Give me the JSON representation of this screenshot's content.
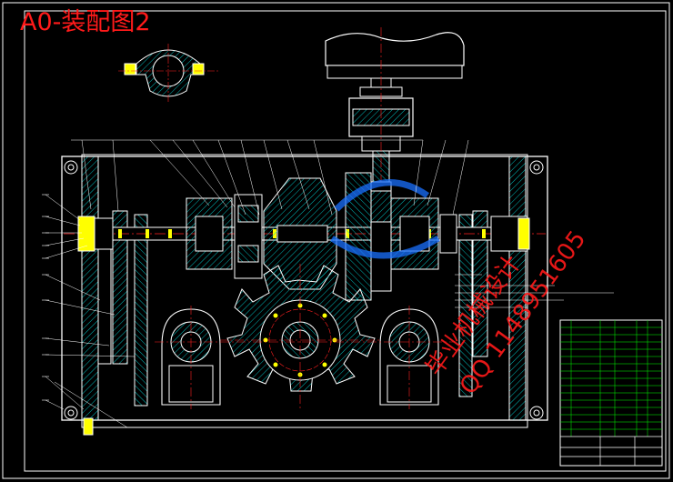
{
  "title": "A0-装配图2",
  "watermark": {
    "line1": "毕业机械设计",
    "line2": "QQ 1148951605"
  },
  "colors": {
    "background": "#000000",
    "outline": "#ffffff",
    "part": "#00ffff",
    "hatch": "#00cccc",
    "centerline": "#ff2020",
    "highlight": "#ffff00",
    "table": "#00ff00",
    "watermark": "#ff1a1a"
  }
}
